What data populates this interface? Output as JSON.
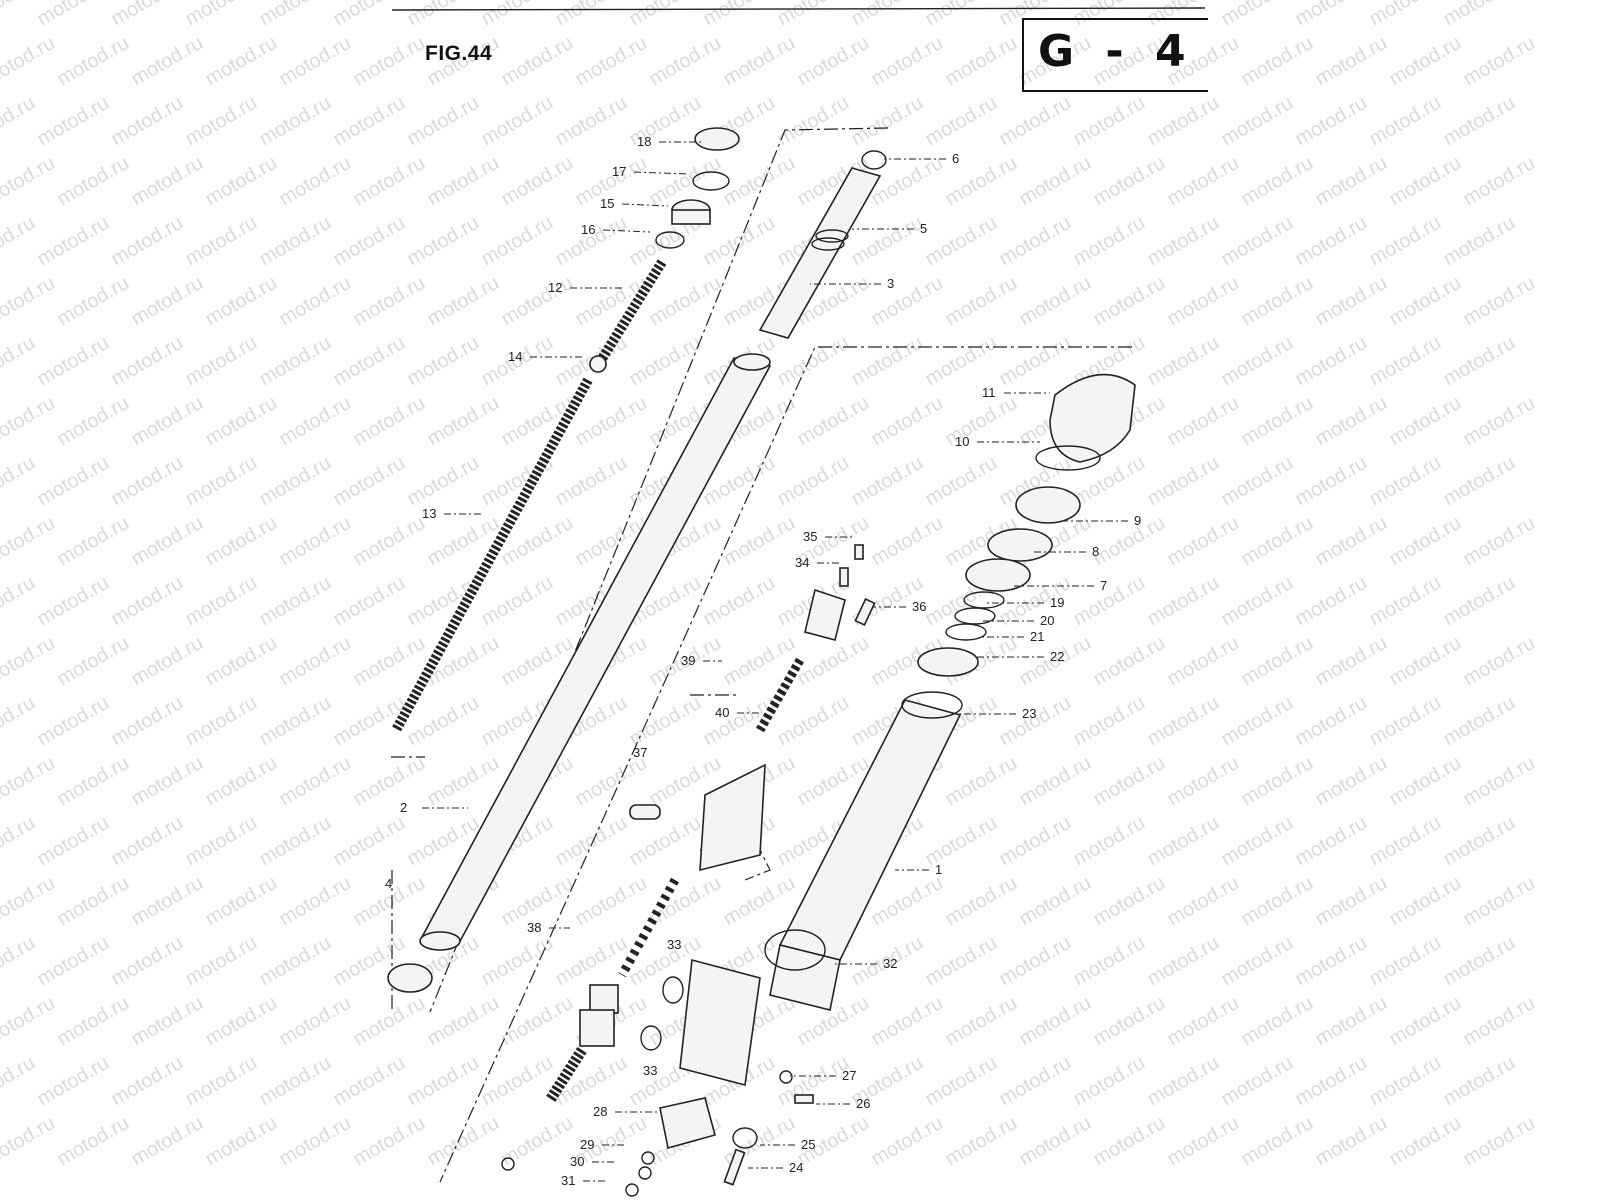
{
  "figure": {
    "title": "FIG.44",
    "code": "G - 4"
  },
  "watermark": {
    "text": "motod.ru"
  },
  "callouts": [
    {
      "id": "p18",
      "label": "18"
    },
    {
      "id": "p17",
      "label": "17"
    },
    {
      "id": "p15",
      "label": "15"
    },
    {
      "id": "p16",
      "label": "16"
    },
    {
      "id": "p12",
      "label": "12"
    },
    {
      "id": "p14",
      "label": "14"
    },
    {
      "id": "p13",
      "label": "13"
    },
    {
      "id": "p6",
      "label": "6"
    },
    {
      "id": "p5",
      "label": "5"
    },
    {
      "id": "p3",
      "label": "3"
    },
    {
      "id": "p11",
      "label": "11"
    },
    {
      "id": "p10",
      "label": "10"
    },
    {
      "id": "p9",
      "label": "9"
    },
    {
      "id": "p8",
      "label": "8"
    },
    {
      "id": "p7",
      "label": "7"
    },
    {
      "id": "p19",
      "label": "19"
    },
    {
      "id": "p20",
      "label": "20"
    },
    {
      "id": "p21",
      "label": "21"
    },
    {
      "id": "p22",
      "label": "22"
    },
    {
      "id": "p23",
      "label": "23"
    },
    {
      "id": "p35",
      "label": "35"
    },
    {
      "id": "p34",
      "label": "34"
    },
    {
      "id": "p36",
      "label": "36"
    },
    {
      "id": "p39",
      "label": "39"
    },
    {
      "id": "p40",
      "label": "40"
    },
    {
      "id": "p37",
      "label": "37"
    },
    {
      "id": "p2",
      "label": "2"
    },
    {
      "id": "p1",
      "label": "1"
    },
    {
      "id": "p4",
      "label": "4"
    },
    {
      "id": "p38",
      "label": "38"
    },
    {
      "id": "p33a",
      "label": "33"
    },
    {
      "id": "p32",
      "label": "32"
    },
    {
      "id": "p33b",
      "label": "33"
    },
    {
      "id": "p27",
      "label": "27"
    },
    {
      "id": "p26",
      "label": "26"
    },
    {
      "id": "p28",
      "label": "28"
    },
    {
      "id": "p25",
      "label": "25"
    },
    {
      "id": "p29",
      "label": "29"
    },
    {
      "id": "p24",
      "label": "24"
    },
    {
      "id": "p30",
      "label": "30"
    },
    {
      "id": "p31",
      "label": "31"
    }
  ]
}
